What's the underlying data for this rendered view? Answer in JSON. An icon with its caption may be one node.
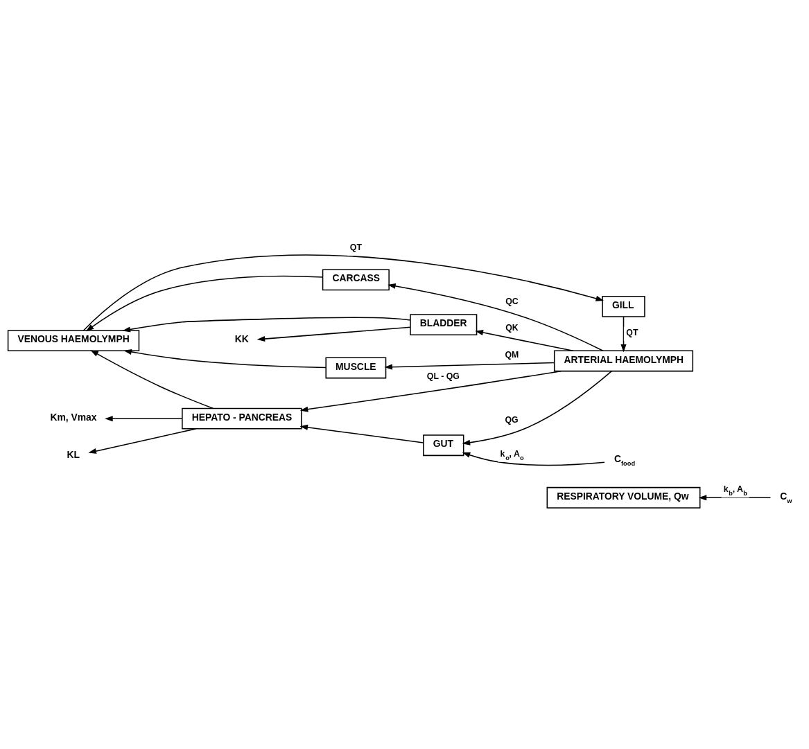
{
  "diagram": {
    "nodes": [
      {
        "text": [
          "RESPIRATORY VOLUME, Qw"
        ]
      },
      {
        "text": [
          "GILL"
        ]
      },
      {
        "text": [
          "VENOUS HAEMOLYMPH"
        ]
      },
      {
        "text": [
          "ARTERIAL HAEMOLYMPH"
        ]
      },
      {
        "text": [
          "HEPATO - PANCREAS"
        ]
      },
      {
        "text": [
          "GUT"
        ]
      },
      {
        "text": [
          "BLADDER"
        ]
      },
      {
        "text": [
          "MUSCLE"
        ]
      },
      {
        "text": [
          "CARCASS"
        ]
      },
      {
        "text": [
          "C$_{w}$"
        ]
      },
      {
        "text": [
          "C$_{food}$"
        ]
      },
      {
        "text": [
          "KL"
        ]
      },
      {
        "text": [
          "Km, Vmax"
        ]
      },
      {
        "text": [
          "KK"
        ]
      }
    ],
    "edges": [
      {
        "from": 9,
        "to": 0,
        "arrow": "to",
        "label": "k$_{b}$, A$_{b}$"
      },
      {
        "from": 2,
        "to": 1,
        "arrow": "to",
        "label": "QT"
      },
      {
        "from": 1,
        "to": 3,
        "arrow": "to",
        "label": "QT"
      },
      {
        "from": 3,
        "to": 4,
        "arrow": "to",
        "label": "QL - QG"
      },
      {
        "from": 10,
        "to": 5,
        "arrow": "to",
        "label": "k$_{o}$, A$_{o}$"
      },
      {
        "from": 3,
        "to": 5,
        "arrow": "to",
        "label": "QG"
      },
      {
        "from": 5,
        "to": 4,
        "arrow": "to"
      },
      {
        "from": 3,
        "to": 6,
        "arrow": "to",
        "label": "QK"
      },
      {
        "from": 3,
        "to": 7,
        "arrow": "to",
        "label": "QM"
      },
      {
        "from": 3,
        "to": 8,
        "arrow": "to",
        "label": "QC"
      },
      {
        "from": 4,
        "to": 11,
        "arrow": "to"
      },
      {
        "from": 4,
        "to": 12,
        "arrow": "to"
      },
      {
        "from": 6,
        "to": 13,
        "arrow": "to"
      },
      {
        "from": 4,
        "to": 2,
        "arrow": "to"
      },
      {
        "from": 6,
        "to": 2,
        "arrow": "to"
      },
      {
        "from": 7,
        "to": 2,
        "arrow": "to"
      },
      {
        "from": 8,
        "to": 2,
        "arrow": "to"
      }
    ]
  }
}
